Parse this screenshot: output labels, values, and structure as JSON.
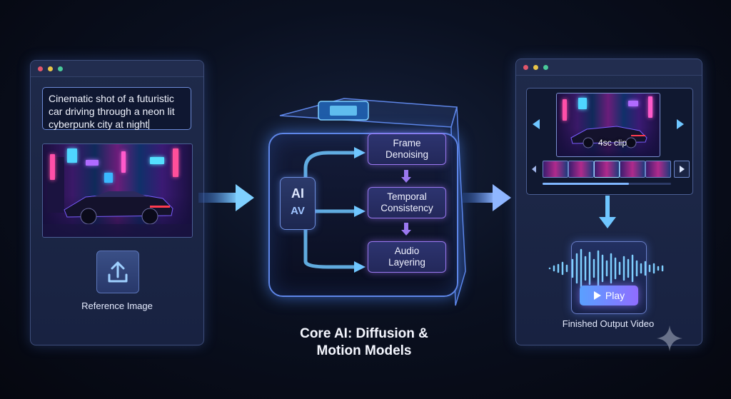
{
  "input_panel": {
    "prompt_text": "Cinematic shot of a futuristic car driving through a neon lit cyberpunk city at night",
    "reference_label": "Reference Image"
  },
  "core": {
    "chip_line1": "AI",
    "chip_line2": "AV",
    "steps": [
      "Frame Denoising",
      "Temporal Consistency",
      "Audio Layering"
    ],
    "title_line1": "Core AI: Diffusion &",
    "title_line2": "Motion Models"
  },
  "output_panel": {
    "clip_label": "4sc clip",
    "play_label": "Play",
    "caption": "Finished Output Video"
  },
  "colors": {
    "accent_blue": "#5aa0ff",
    "accent_purple": "#9a78f0",
    "arrow_cyan": "#7fd0ff",
    "window_dot_red": "#e0566b",
    "window_dot_yellow": "#e8c448",
    "window_dot_green": "#49c99a"
  },
  "icons": [
    "upload-icon",
    "play-icon",
    "sparkle-icon",
    "prev-arrow-icon",
    "next-arrow-icon"
  ]
}
